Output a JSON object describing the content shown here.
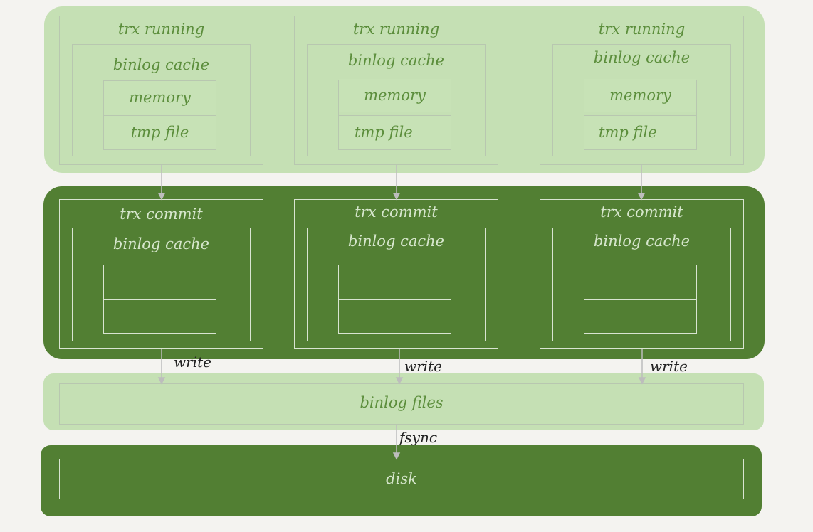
{
  "running": [
    {
      "title": "trx running",
      "cache": "binlog cache",
      "memory": "memory",
      "tmp": "tmp file"
    },
    {
      "title": "trx running",
      "cache": "binlog cache",
      "memory": "memory",
      "tmp": "tmp file"
    },
    {
      "title": "trx running",
      "cache": "binlog cache",
      "memory": "memory",
      "tmp": "tmp file"
    }
  ],
  "commit": [
    {
      "title": "trx commit",
      "cache": "binlog cache"
    },
    {
      "title": "trx commit",
      "cache": "binlog cache"
    },
    {
      "title": "trx commit",
      "cache": "binlog cache"
    }
  ],
  "edges": {
    "write": "write",
    "fsync": "fsync"
  },
  "binlog_files": "binlog files",
  "disk": "disk",
  "colors": {
    "light_green": "#c5e0b4",
    "dark_green": "#527f33",
    "text_green": "#5c8e3c",
    "arrow": "#bdbdbd"
  }
}
